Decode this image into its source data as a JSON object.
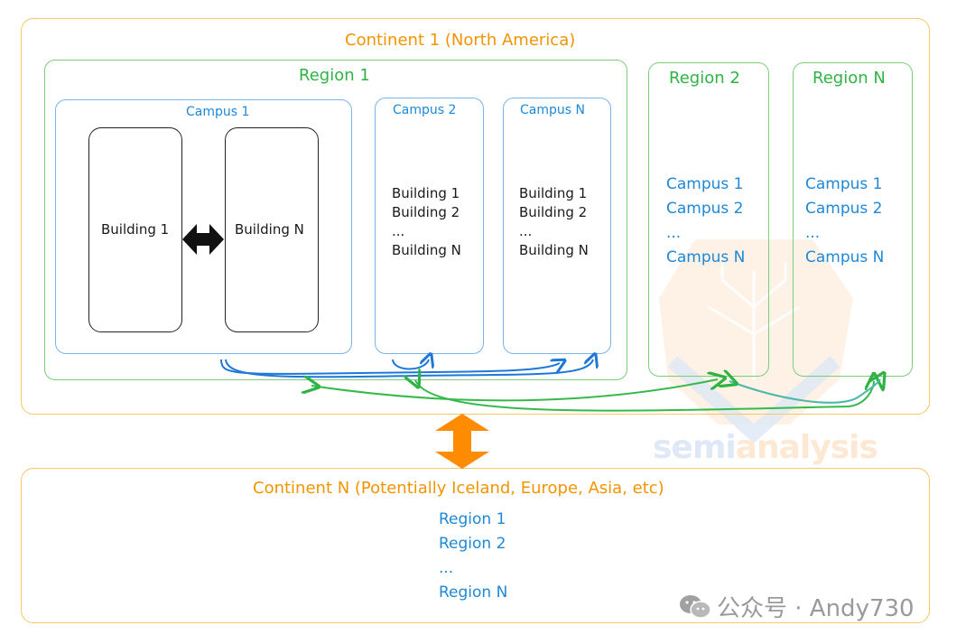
{
  "continent1": {
    "title": "Continent 1 (North America)",
    "region1": {
      "title": "Region 1",
      "campus1": {
        "title": "Campus 1",
        "building_left": "Building 1",
        "building_right": "Building N"
      },
      "campus2": {
        "title": "Campus 2",
        "buildings": [
          "Building 1",
          "Building 2",
          "...",
          "Building N"
        ]
      },
      "campusN": {
        "title": "Campus N",
        "buildings": [
          "Building 1",
          "Building 2",
          "...",
          "Building N"
        ]
      }
    },
    "region2": {
      "title": "Region 2",
      "campuses": [
        "Campus 1",
        "Campus 2",
        "...",
        "Campus N"
      ]
    },
    "regionN": {
      "title": "Region N",
      "campuses": [
        "Campus 1",
        "Campus 2",
        "...",
        "Campus N"
      ]
    }
  },
  "continentN": {
    "title": "Continent N (Potentially Iceland, Europe, Asia, etc)",
    "regions": [
      "Region 1",
      "Region 2",
      "...",
      "Region N"
    ]
  },
  "watermark": {
    "brand_part1": "semi",
    "brand_part2": "analysis",
    "wechat_label": "公众号 · Andy730"
  },
  "colors": {
    "continent": "#f7c766",
    "continent_text": "#f29400",
    "region": "#7ccc7c",
    "region_text": "#2fb344",
    "campus": "#78b4e8",
    "campus_text": "#1e88d8",
    "building": "#222222",
    "inter_continent_arrow": "#ff8c00"
  }
}
